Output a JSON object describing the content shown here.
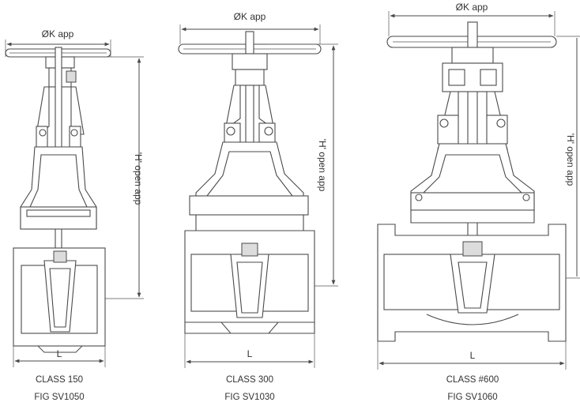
{
  "dim_labels": {
    "k": "ØK app",
    "h": "'H' open app",
    "l": "L"
  },
  "valves": [
    {
      "class_label": "CLASS 150",
      "fig_label": "FIG SV1050"
    },
    {
      "class_label": "CLASS 300",
      "fig_label": "FIG SV1030"
    },
    {
      "class_label": "CLASS #600",
      "fig_label": "FIG SV1060"
    }
  ]
}
